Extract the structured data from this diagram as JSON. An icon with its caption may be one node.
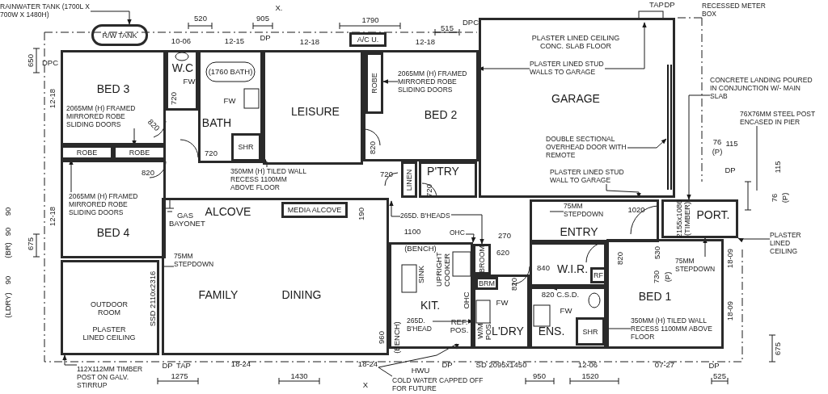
{
  "diagram": {
    "nodes": [
      {
        "text": [
          "R/W TANK"
        ]
      },
      {
        "text": [
          "A/C U."
        ]
      },
      {
        "text": [
          "BED 3"
        ]
      },
      {
        "text": [
          "2065MM (H) FRAMED MIRRORED ROBE SLIDING DOORS"
        ],
        "in": 2
      },
      {
        "text": [
          "ROBE"
        ]
      },
      {
        "text": [
          "ROBE"
        ]
      },
      {
        "text": [
          "BED 4"
        ]
      },
      {
        "text": [
          "2065MM (H) FRAMED MIRRORED ROBE SLIDING DOORS"
        ],
        "in": 6
      },
      {
        "text": [
          "W.C"
        ]
      },
      {
        "text": [
          "BATH"
        ]
      },
      {
        "text": [
          "SHR"
        ],
        "in": 9
      },
      {
        "text": [
          "LEISURE"
        ]
      },
      {
        "text": [
          "BED 2"
        ]
      },
      {
        "text": [
          "ROBE"
        ],
        "in": 12
      },
      {
        "text": [
          "2065MM (H) FRAMED MIRRORED ROBE SLIDING DOORS"
        ],
        "in": 12
      },
      {
        "text": [
          "PLASTER LINED CEILING CONC. SLAB FLOOR",
          "GARAGE"
        ]
      },
      {
        "text": [
          "PLASTER LINED STUD WALLS TO GARAGE"
        ],
        "in": 15
      },
      {
        "text": [
          "DOUBLE SECTIONAL OVERHEAD DOOR WITH REMOTE"
        ],
        "in": 15
      },
      {
        "text": [
          "PLASTER LINED STUD WALL TO GARAGE"
        ],
        "in": 15
      },
      {
        "text": [
          "LINEN"
        ]
      },
      {
        "text": [
          "P'TRY"
        ]
      },
      {
        "text": [
          "MEDIA ALCOVE"
        ],
        "in": 22
      },
      {
        "text": [
          "ALCOVE",
          "FAMILY",
          "DINING"
        ]
      },
      {
        "text": [
          "OUTDOOR ROOM",
          "PLASTER LINED CEILING"
        ]
      },
      {
        "text": [
          "KIT."
        ]
      },
      {
        "text": [
          "BROOM"
        ]
      },
      {
        "text": [
          "BRM"
        ],
        "in": 27
      },
      {
        "text": [
          "L'DRY"
        ]
      },
      {
        "text": [
          "ENTRY"
        ]
      },
      {
        "text": [
          "W.I.R."
        ]
      },
      {
        "text": [
          "RF"
        ],
        "in": 29
      },
      {
        "text": [
          "ENS."
        ]
      },
      {
        "text": [
          "SHR"
        ],
        "in": 31
      },
      {
        "text": [
          "BED 1"
        ]
      },
      {
        "text": [
          "350MM (H) TILED WALL RECESS 1100MM ABOVE FLOOR"
        ],
        "in": 33
      },
      {
        "text": [
          "75MM STEPDOWN"
        ],
        "in": 33
      },
      {
        "text": [
          "PORT."
        ]
      },
      {
        "text": [
          "350MM (H) TILED WALL RECESS 1100MM ABOVE FLOOR"
        ]
      },
      {
        "text": [
          "RAINWATER TANK (1700L X 700W X 1480H)"
        ]
      },
      {
        "text": [
          "CONCRETE LANDING POURED IN CONJUNCTION W/- MAIN SLAB"
        ]
      },
      {
        "text": [
          "76X76MM STEEL POST ENCASED IN PIER"
        ]
      },
      {
        "text": [
          "RECESSED METER BOX"
        ]
      },
      {
        "text": [
          "265D. B'HEADS"
        ]
      },
      {
        "text": [
          "75MM STEPDOWN"
        ],
        "in": 22
      },
      {
        "text": [
          "75MM STEPDOWN"
        ],
        "in": 28
      },
      {
        "text": [
          "265D. B'HEAD"
        ],
        "in": 24
      },
      {
        "text": [
          "COLD WATER CAPPED OFF FOR FUTURE"
        ]
      },
      {
        "text": [
          "112X112MM TIMBER POST ON GALV. STIRRUP"
        ]
      },
      {
        "text": [
          "PLASTER LINED CEILING"
        ]
      },
      {
        "text": [
          "OHC"
        ]
      }
    ],
    "edges": [
      {
        "from": 38,
        "to": 0,
        "arrow": "to"
      },
      {
        "from": 3,
        "to": 5,
        "arrow": "to"
      },
      {
        "from": 7,
        "to": 4,
        "arrow": "to"
      },
      {
        "from": 37,
        "to": 10,
        "arrow": "to"
      },
      {
        "from": 14,
        "to": 13,
        "arrow": "to"
      },
      {
        "from": 16,
        "to": 15,
        "arrow": "to"
      },
      {
        "from": 16,
        "to": null,
        "arrow": "to"
      },
      {
        "from": 17,
        "to": null,
        "arrow": "to"
      },
      {
        "from": 18,
        "to": 15,
        "arrow": "to"
      },
      {
        "from": 39,
        "to": 36,
        "arrow": "to"
      },
      {
        "from": 40,
        "to": null,
        "arrow": "none"
      },
      {
        "from": 42,
        "to": null,
        "arrow": "to"
      },
      {
        "from": 42,
        "to": 25,
        "arrow": "to"
      },
      {
        "from": 43,
        "to": null,
        "arrow": "none"
      },
      {
        "from": 44,
        "to": null,
        "arrow": "none"
      },
      {
        "from": 35,
        "to": 36,
        "arrow": "to"
      },
      {
        "from": 45,
        "to": 24,
        "arrow": "to"
      },
      {
        "from": 46,
        "to": 24,
        "arrow": "to"
      },
      {
        "from": 47,
        "to": 23,
        "arrow": "to"
      },
      {
        "from": 34,
        "to": 31,
        "arrow": "none"
      },
      {
        "from": 48,
        "to": 36,
        "arrow": "to"
      },
      {
        "from": 49,
        "to": 24,
        "arrow": "to"
      }
    ],
    "labels": [
      "X.",
      "TAP",
      "DP",
      "520",
      "905",
      "1790",
      "515",
      "DPC",
      "10-06",
      "12-15",
      "DP",
      "12-18",
      "12-18",
      "650",
      "DPC",
      "(1760 BATH)",
      "FW",
      "720",
      "FW",
      "12-18",
      "820",
      "720",
      "820",
      "820",
      "720",
      "720",
      "12-18",
      "90",
      "90",
      "(BR)",
      "90",
      "(LDRY)",
      "675",
      "GAS BAYONET",
      "190",
      "1100",
      "(BENCH)",
      "270",
      "620",
      "SINK",
      "UPRIGHT COOKER",
      "OHC",
      "820",
      "FW",
      "960",
      "(BENCH)",
      "REF. POS.",
      "W/M POS.",
      "840",
      "820 C.S.D.",
      "FW",
      "730",
      "530",
      "(P)",
      "2155x1086 (TIMBER)",
      "1020",
      "820",
      "18-09",
      "18-09",
      "675",
      "76",
      "(P)",
      "115",
      "115",
      "76",
      "(P)",
      "DP",
      "SSD 2110x2316",
      "DP",
      "TAP",
      "1275",
      "18-24",
      "1430",
      "18-24",
      "HWU",
      "DP",
      "SD 2095x1450",
      "950",
      "12-06",
      "1520",
      "07-27",
      "DP",
      "525",
      "X"
    ]
  }
}
